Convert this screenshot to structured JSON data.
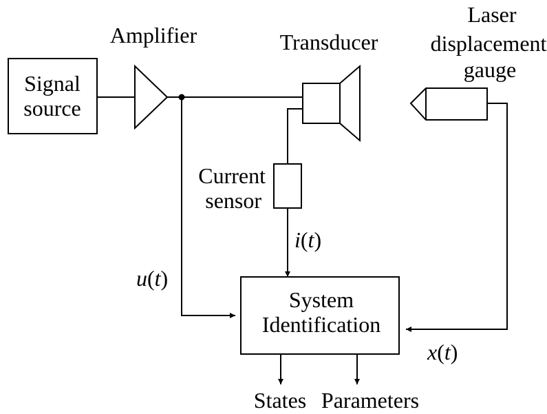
{
  "blocks": {
    "signal_source": {
      "line1": "Signal",
      "line2": "source"
    },
    "amplifier": {
      "label": "Amplifier"
    },
    "transducer": {
      "label": "Transducer"
    },
    "laser": {
      "line1": "Laser",
      "line2": "displacement",
      "line3": "gauge"
    },
    "current_sensor": {
      "line1": "Current",
      "line2": "sensor"
    },
    "system_id": {
      "line1": "System",
      "line2": "Identification"
    }
  },
  "signals": {
    "u": {
      "name": "u",
      "arg": "t"
    },
    "i": {
      "name": "i",
      "arg": "t"
    },
    "x": {
      "name": "x",
      "arg": "t"
    }
  },
  "outputs": {
    "states": "States",
    "parameters": "Parameters"
  }
}
